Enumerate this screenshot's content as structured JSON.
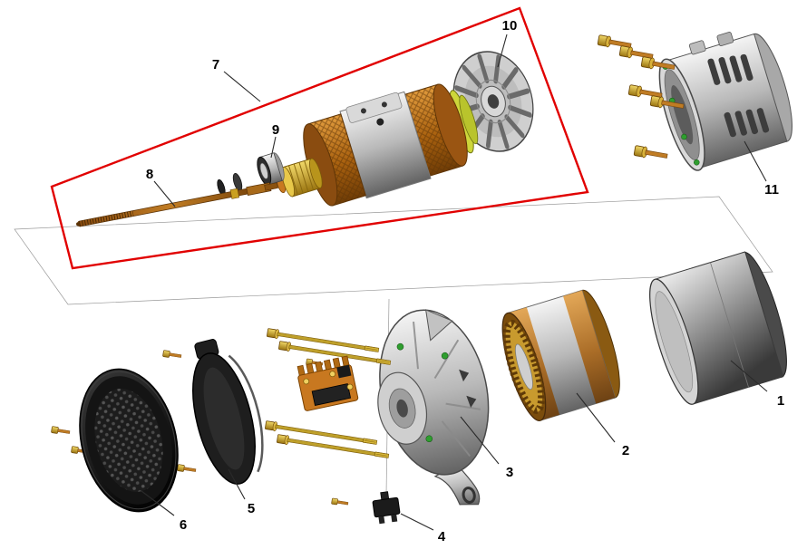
{
  "diagram": {
    "kind": "exploded-assembly-diagram",
    "labels": [
      {
        "text": "1"
      },
      {
        "text": "2"
      },
      {
        "text": "3"
      },
      {
        "text": "4"
      },
      {
        "text": "5"
      },
      {
        "text": "6"
      },
      {
        "text": "7"
      },
      {
        "text": "8"
      },
      {
        "text": "9"
      },
      {
        "text": "10"
      },
      {
        "text": "11"
      }
    ],
    "highlight": {
      "color": "#e10000"
    },
    "palette": {
      "copper": "#a9610f",
      "brass": "#c9a227",
      "steel_light": "#f4f4f4",
      "steel_dark": "#636363",
      "black_part": "#161616",
      "green_dot": "#2f9e2f",
      "background": "#ffffff"
    }
  }
}
